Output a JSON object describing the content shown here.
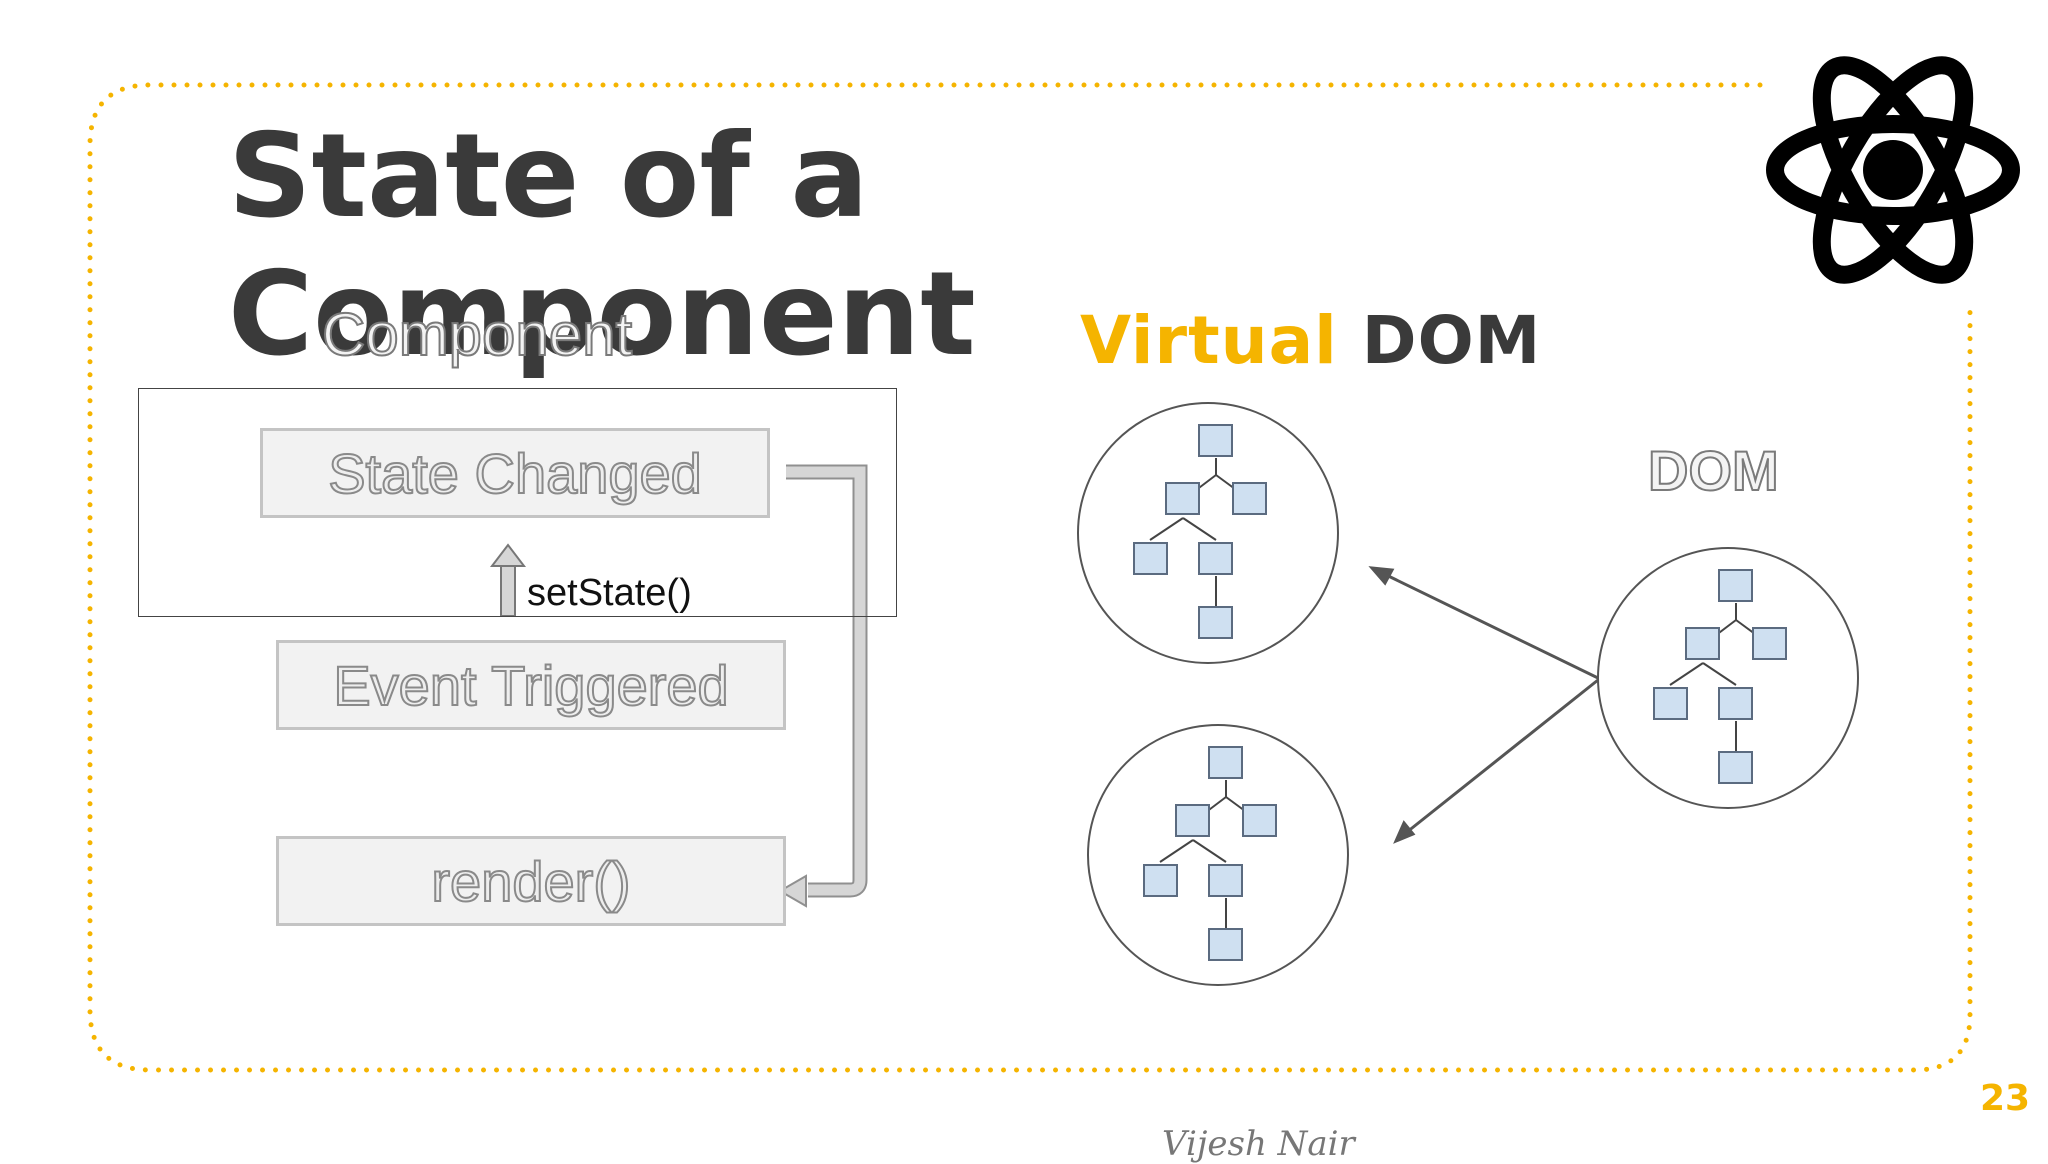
{
  "slide": {
    "title": "State of a\nComponent",
    "page_number": "23",
    "signature": "Vijesh Nair"
  },
  "component_diagram": {
    "component_label": "Component",
    "state_changed_label": "State Changed",
    "set_state_label": "setState()",
    "event_triggered_label": "Event Triggered",
    "render_label": "render()"
  },
  "virtual_dom": {
    "title_virtual": "Virtual",
    "title_dom": "DOM",
    "dom_label": "DOM"
  },
  "colors": {
    "accent": "#f5b400",
    "title_text": "#3a3a3a",
    "node_fill": "#cfe0f1",
    "node_stroke": "#5b6b80"
  },
  "icons": [
    "react-atom-logo"
  ]
}
